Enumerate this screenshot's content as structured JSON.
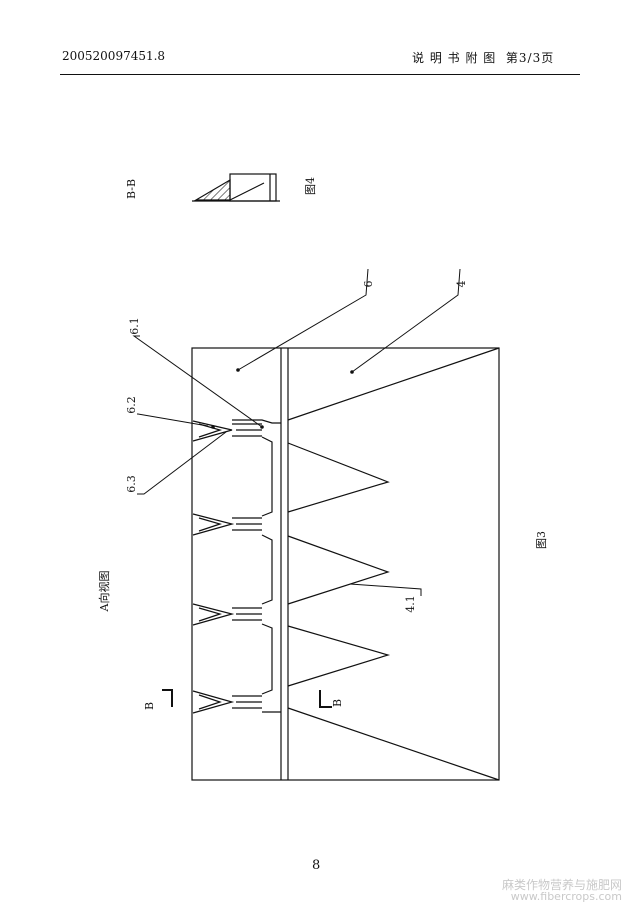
{
  "header": {
    "patent_number": "200520097451.8",
    "doc_title": "说 明 书 附 图",
    "page_indicator": "第3/3页"
  },
  "fig4": {
    "section_label": "B-B",
    "caption": "图4"
  },
  "fig3": {
    "view_label": "A向视图",
    "caption": "图3",
    "part_labels": [
      "6.1",
      "6",
      "4",
      "6.2",
      "6.3",
      "4.1"
    ],
    "section_mark": "B"
  },
  "page_number": "8",
  "watermark": {
    "text": "麻类作物营养与施肥网",
    "url": "www.fibercrops.com"
  }
}
